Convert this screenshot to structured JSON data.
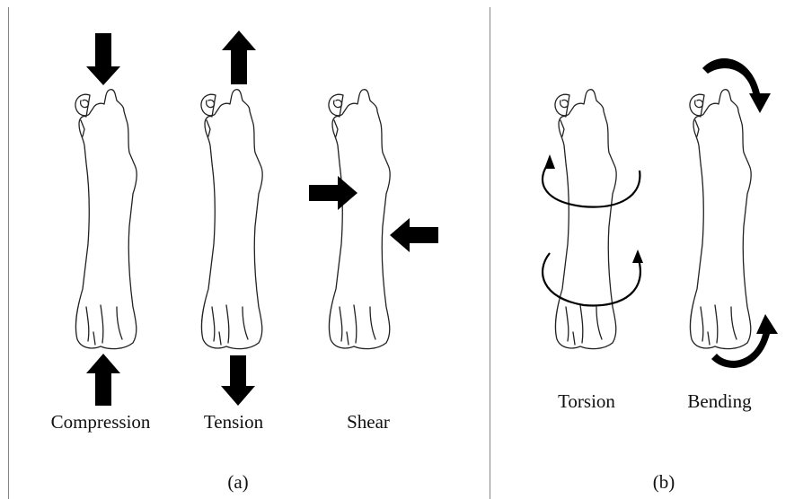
{
  "panels": {
    "a": {
      "caption": "(a)",
      "labels": {
        "compression": "Compression",
        "tension": "Tension",
        "shear": "Shear"
      }
    },
    "b": {
      "caption": "(b)",
      "labels": {
        "torsion": "Torsion",
        "bending": "Bending"
      }
    }
  },
  "colors": {
    "ink": "#000000",
    "border": "#888888",
    "background": "#ffffff"
  }
}
